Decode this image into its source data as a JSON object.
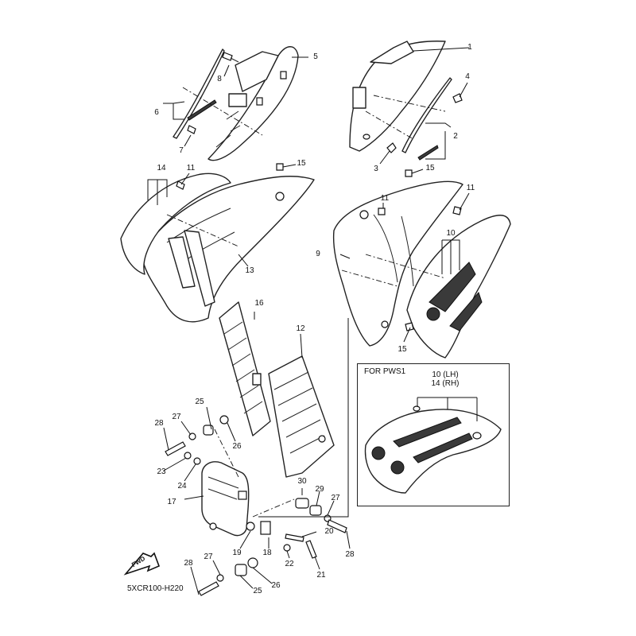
{
  "diagram": {
    "code": "5XCR100-H220",
    "fwd_label": "FWD",
    "inset": {
      "title": "FOR PWS1",
      "line1": "10 (LH)",
      "line2": "14 (RH)"
    },
    "callouts": {
      "c1": "1",
      "c2": "2",
      "c3": "3",
      "c4": "4",
      "c5": "5",
      "c6": "6",
      "c7": "7",
      "c8": "8",
      "c9": "9",
      "c10": "10",
      "c11a": "11",
      "c11b": "11",
      "c11c": "11",
      "c12": "12",
      "c13": "13",
      "c14": "14",
      "c15a": "15",
      "c15b": "15",
      "c15c": "15",
      "c16": "16",
      "c17": "17",
      "c18": "18",
      "c19": "19",
      "c20": "20",
      "c21": "21",
      "c22": "22",
      "c23": "23",
      "c24": "24",
      "c25a": "25",
      "c25b": "25",
      "c26a": "26",
      "c26b": "26",
      "c27a": "27",
      "c27b": "27",
      "c27c": "27",
      "c28a": "28",
      "c28b": "28",
      "c28c": "28",
      "c29": "29",
      "c30": "30"
    }
  }
}
